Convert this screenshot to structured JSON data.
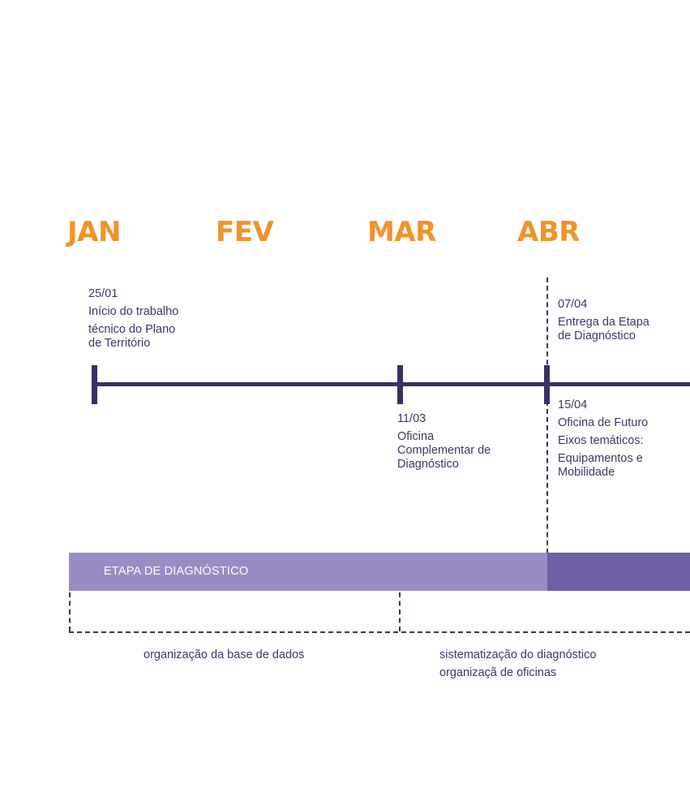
{
  "months": [
    "JAN",
    "FEV",
    "MAR",
    "ABR"
  ],
  "events": [
    {
      "date": "25/01",
      "lines": [
        "Início do trabalho",
        "técnico do Plano",
        "de Território"
      ]
    },
    {
      "date": "11/03",
      "lines": [
        "Oficina",
        "Complementar de",
        "Diagnóstico"
      ]
    },
    {
      "date": "07/04",
      "lines": [
        "Entrega da Etapa",
        "de Diagnóstico"
      ]
    },
    {
      "date": "15/04",
      "lines": [
        "Oficina de Futuro",
        "Eixos temáticos:",
        "Equipamentos e",
        "Mobilidade"
      ]
    }
  ],
  "band": {
    "label": "ETAPA DE DIAGNÓSTICO"
  },
  "activities": [
    {
      "lines": [
        "organização da base de dados"
      ]
    },
    {
      "lines": [
        "sistematização do diagnóstico",
        "organizaçã de oficinas"
      ]
    }
  ],
  "colors": {
    "month": "#f0932b",
    "axis": "#3b2f66",
    "text": "#3f3668",
    "band_light": "#9a8bc4",
    "band_dark": "#6f5ea5"
  }
}
